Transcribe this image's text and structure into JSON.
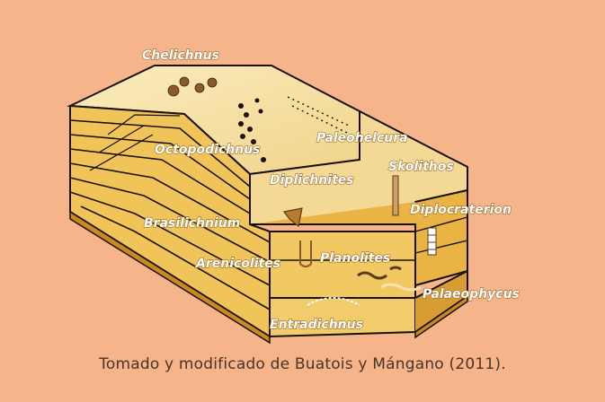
{
  "labels": {
    "chelichnus": "Chelichnus",
    "octopodichnus": "Octopodichnus",
    "paleohelcura": "Paleohelcura",
    "skolithos": "Skolithos",
    "diplichnites": "Diplichnites",
    "diplocraterion": "Diplocraterion",
    "brasilichnium": "Brasilichnium",
    "arenicolites": "Arenicolites",
    "planolites": "Planolites",
    "palaeophycus": "Palaeophycus",
    "entradichnus": "Entradichnus"
  },
  "caption": "Tomado y modificado de Buatois y Mángano (2011).",
  "colors": {
    "background": "#f5b48a",
    "top_surface": "#f6dea0",
    "layer_light": "#f0c458",
    "layer_dark": "#c9891f",
    "outline": "#1a1208"
  }
}
